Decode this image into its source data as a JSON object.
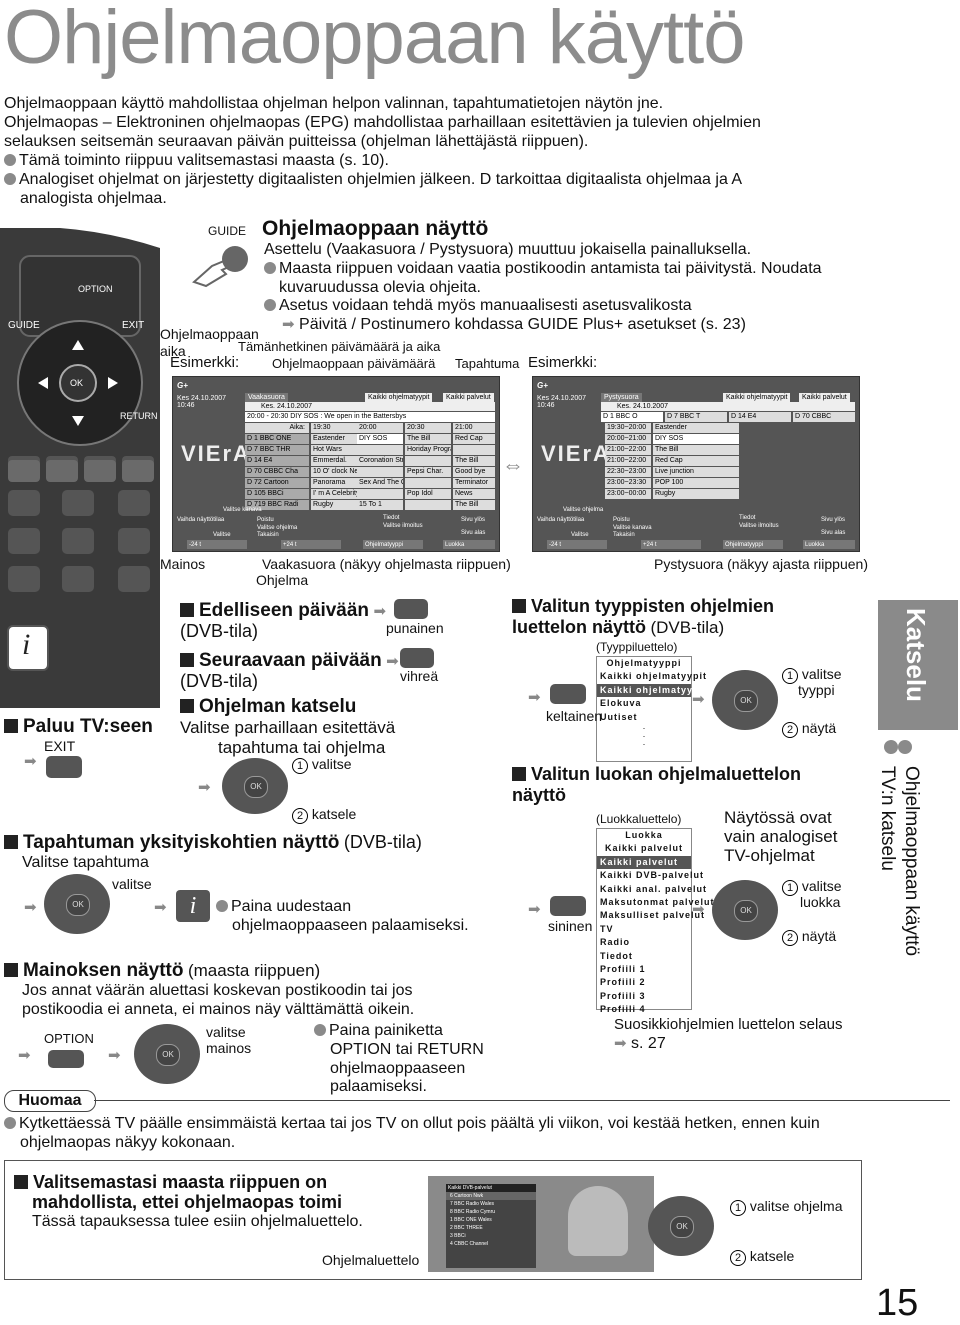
{
  "title": "Ohjelmaoppaan käyttö",
  "intro": {
    "p1": "Ohjelmaoppaan käyttö mahdollistaa ohjelman helpon valinnan, tapahtumatietojen näytön jne.",
    "p2": "Ohjelmaopas – Elektroninen ohjelmaopas (EPG) mahdollistaa parhaillaan esitettävien ja tulevien ohjelmien selauksen seitsemän seuraavan päivän puitteissa (ohjelman lähettäjästä riippuen).",
    "b1": "Tämä toiminto riippuu valitsemastasi maasta (s. 10).",
    "b2": "Analogiset ohjelmat on järjestetty digitaalisten ohjelmien jälkeen. D tarkoittaa digitaalista ohjelmaa ja A analogista ohjelmaa."
  },
  "remote": {
    "option": "OPTION",
    "guide": "GUIDE",
    "exit": "EXIT",
    "ok": "OK",
    "return": "RETURN",
    "info": "i"
  },
  "guide_section": {
    "button": "GUIDE",
    "heading": "Ohjelmaoppaan näyttö",
    "sub": "Asettelu (Vaakasuora / Pystysuora) muuttuu jokaisella painalluksella.",
    "b1": "Maasta riippuen voidaan vaatia postikoodin antamista tai päivitystä. Noudata kuvaruudussa olevia ohjeita.",
    "b2": "Asetus voidaan tehdä myös manuaalisesti asetusvalikosta",
    "b2_link": "Päivitä / Postinumero kohdassa GUIDE Plus+ asetukset (s. 23)"
  },
  "labels": {
    "aika": "Ohjelmaoppaan aika",
    "nyt": "Tämänhetkinen päivämäärä ja aika",
    "esim1": "Esimerkki:",
    "pvm": "Ohjelmaoppaan päivämäärä",
    "tapahtuma": "Tapahtuma",
    "esim2": "Esimerkki:",
    "mainos": "Mainos",
    "vaaka": "Vaakasuora (näkyy ohjelmasta riippuen)",
    "ohjelma": "Ohjelma",
    "pysty": "Pystysuora (näkyy ajasta riippuen)"
  },
  "screen1": {
    "datetime": "Kes 24.10.2007\n10:46",
    "tab_vaaka": "Vaakasuora",
    "tab_tyypit": "Kaikki ohjelmatyypit",
    "tab_palvelut": "Kaikki palvelut",
    "date": "Kes. 24.10.2007",
    "now": "20:00 - 20:30  DIY SOS : We open in the Battersbys",
    "aika_label": "Aika:",
    "times": [
      "19:30",
      "20:00",
      "20:30",
      "21:00"
    ],
    "rows": [
      {
        "ch": "D   1  BBC ONE",
        "progs": [
          "Eastender",
          "DIY SOS",
          "The Bill",
          "Red Cap"
        ]
      },
      {
        "ch": "D   7  BBC THR",
        "progs": [
          "Hot Wars",
          "",
          "Horiday Program",
          ""
        ]
      },
      {
        "ch": "D  14  E4",
        "progs": [
          "Emmerdal.",
          "Coronation Street",
          "",
          "The Bill"
        ]
      },
      {
        "ch": "D  70  CBBC Cha",
        "progs": [
          "10 O' clock News BBC",
          "",
          "Pepsi Char.",
          "Good bye"
        ]
      },
      {
        "ch": "D  72  Cartoon",
        "progs": [
          "Panorama",
          "Sex And The City",
          "",
          "Terminator"
        ]
      },
      {
        "ch": "D 105  BBCi",
        "progs": [
          "I' m A Celebrity",
          "",
          "Pop Idol",
          "News"
        ]
      },
      {
        "ch": "D 719  BBC Radi",
        "progs": [
          "Rugby",
          "15 To 1",
          "",
          "The Bill"
        ]
      }
    ],
    "foot": [
      "Valitse kanava",
      "Vaihda näyttötilaa",
      "Poistu",
      "Valitse ohjelma",
      "Valitse",
      "Takaisin",
      "Tiedot",
      "Valitse ilmoitus",
      "Sivu ylös",
      "Sivu alas"
    ],
    "bar": [
      "-24 t",
      "+24 t",
      "Ohjelmatyyppi",
      "Luokka"
    ]
  },
  "screen2": {
    "datetime": "Kes 24.10.2007\n10:46",
    "tab_pysty": "Pystysuora",
    "tab_tyypit": "Kaikki ohjelmatyypit",
    "tab_palvelut": "Kaikki palvelut",
    "date": "Kes. 24.10.2007",
    "channels": [
      "D   1 BBC O",
      "D   7 BBC T",
      "D   14 E4",
      "D   70 CBBC"
    ],
    "rows": [
      {
        "time": "19:30~20:00",
        "prog": "Eastender"
      },
      {
        "time": "20:00~21:00",
        "prog": "DIY SOS"
      },
      {
        "time": "21:00~22:00",
        "prog": "The Bill"
      },
      {
        "time": "21:00~22:00",
        "prog": "Red Cap"
      },
      {
        "time": "22:30~23:00",
        "prog": "Live junction"
      },
      {
        "time": "23:00~23:30",
        "prog": "POP 100"
      },
      {
        "time": "23:00~00:00",
        "prog": "Rugby"
      }
    ],
    "foot": [
      "Valitse ohjelma",
      "Vaihda näyttötilaa",
      "Poistu",
      "Valitse kanava",
      "Valitse",
      "Takaisin",
      "Tiedot",
      "Valitse ilmoitus",
      "Sivu ylös",
      "Sivu alas"
    ],
    "bar": [
      "-24 t",
      "+24 t",
      "Ohjelmatyyppi",
      "Luokka"
    ]
  },
  "sections": {
    "prev_day": "Edelliseen päivään",
    "prev_day_mode": "(DVB-tila)",
    "prev_color": "punainen",
    "next_day": "Seuraavaan päivään",
    "next_day_mode": "(DVB-tila)",
    "next_color": "vihreä",
    "watch": "Ohjelman katselu",
    "watch_desc1": "Valitse parhaillaan esitettävä",
    "watch_desc2": "tapahtuma tai ohjelma",
    "select": "valitse",
    "katsele": "katsele",
    "back_tv": "Paluu TV:seen",
    "exit": "EXIT",
    "event": "Tapahtuman yksityiskohtien näyttö",
    "event_mode": "(DVB-tila)",
    "event_desc": "Valitse tapahtuma",
    "event_select": "valitse",
    "press_again1": "Paina uudestaan",
    "press_again2": "ohjelmaoppaaseen palaamiseksi.",
    "ad": "Mainoksen näyttö",
    "ad_mode": "(maasta riippuen)",
    "ad_desc": "Jos annat väärän aluettasi koskevan postikoodin tai jos postikoodia ei anneta, ei mainos näy välttämättä oikein.",
    "ad_option": "OPTION",
    "ad_select1": "valitse",
    "ad_select2": "mainos",
    "ad_press1": "Paina painiketta",
    "ad_press2": "OPTION tai RETURN",
    "ad_press3": "ohjelmaoppaaseen",
    "ad_press4": "palaamiseksi.",
    "type_list": "Valitun tyyppisten ohjelmien luettelon näyttö",
    "type_list_mode": "(DVB-tila)",
    "type_caption": "(Tyyppiluettelo)",
    "type_color": "keltainen",
    "type_items": [
      "Ohjelmatyyppi",
      "Kaikki ohjelmatyypit",
      "Kaikki ohjelmatyypit",
      "Elokuva",
      "Uutiset"
    ],
    "type_sel1": "valitse",
    "type_sel2": "tyyppi",
    "type_show": "näytä",
    "cat_list": "Valitun luokan ohjelmaluettelon näyttö",
    "cat_caption": "(Luokkaluettelo)",
    "cat_color": "sininen",
    "cat_items": [
      "Luokka",
      "Kaikki palvelut",
      "Kaikki palvelut",
      "Kaikki DVB-palvelut",
      "Kaikki anal. palvelut",
      "Maksutonmat palvelut",
      "Maksulliset palvelut",
      "TV",
      "Radio",
      "Tiedot",
      "Profiili  1",
      "Profiili  2",
      "Profiili  3",
      "Profiili  4"
    ],
    "cat_note1": "Näytössä ovat",
    "cat_note2": "vain analogiset",
    "cat_note3": "TV-ohjelmat",
    "cat_sel1": "valitse",
    "cat_sel2": "luokka",
    "cat_show": "näytä",
    "fav": "Suosikkiohjelmien luettelon selaus",
    "fav_page": "s. 27"
  },
  "huomaa": {
    "label": "Huomaa",
    "text": "Kytkettäessä TV päälle ensimmäistä kertaa tai jos TV on ollut pois päältä yli viikon, voi kestää hetken, ennen kuin ohjelmaopas näkyy kokonaan."
  },
  "bottom": {
    "heading1": "Valitsemastasi maasta riippuen on",
    "heading2": "mahdollista, ettei ohjelmaopas toimi",
    "desc": "Tässä tapauksessa tulee esiin ohjelmaluettelo.",
    "list_label": "Ohjelmaluettelo",
    "select": "valitse ohjelma",
    "katsele": "katsele",
    "mini_title": "Kaikki DVB-palvelut",
    "mini_items": [
      "6  Cartoon Nwk",
      "7  BBC Radio Wales",
      "8  BBC Radio Cymru",
      "1  BBC ONE Wales",
      "2  BBC THREE",
      "3  BBCi",
      "4  CBBC Channel"
    ]
  },
  "sidebar": {
    "tab": "Katselu",
    "line1": "Ohjelmaoppaan käyttö",
    "line2": "TV:n katselu"
  },
  "page_number": "15"
}
